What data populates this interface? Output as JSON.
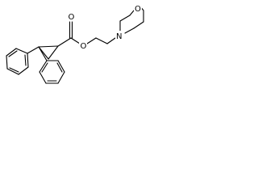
{
  "molecule": {
    "atom_labels": {
      "carbonyl_oxygen": "O",
      "ester_oxygen": "O",
      "morpholine_nitrogen": "N",
      "morpholine_oxygen": "O"
    }
  }
}
